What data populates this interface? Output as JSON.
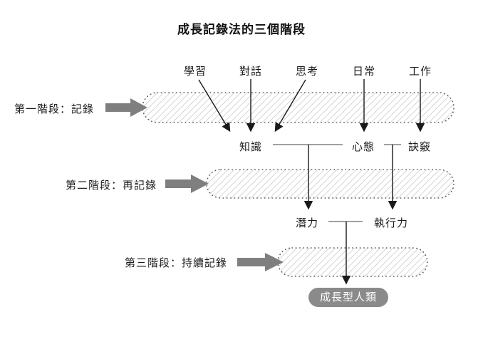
{
  "title": "成長記錄法的三個階段",
  "top_labels": [
    "學習",
    "對話",
    "思考",
    "日常",
    "工作"
  ],
  "stages": [
    {
      "label": "第一階段：記錄"
    },
    {
      "label": "第二階段：再記錄"
    },
    {
      "label": "第三階段：持續記錄"
    }
  ],
  "level1_nodes": [
    "知識",
    "心態",
    "訣竅"
  ],
  "level2_nodes": [
    "潛力",
    "執行力"
  ],
  "result": "成長型人類",
  "icons": {
    "stage_arrow": "right-block-arrow",
    "flow_arrow": "down-arrow"
  },
  "colors": {
    "block_arrow": "#7f7f7f",
    "badge_bg": "#8a8a8a",
    "badge_text": "#ffffff",
    "hatch_line": "#d6d6d6",
    "dotted_border": "#5f5f5f",
    "flow_line": "#1a1a1a",
    "connector_line": "#808080",
    "text": "#1c1c1c"
  }
}
